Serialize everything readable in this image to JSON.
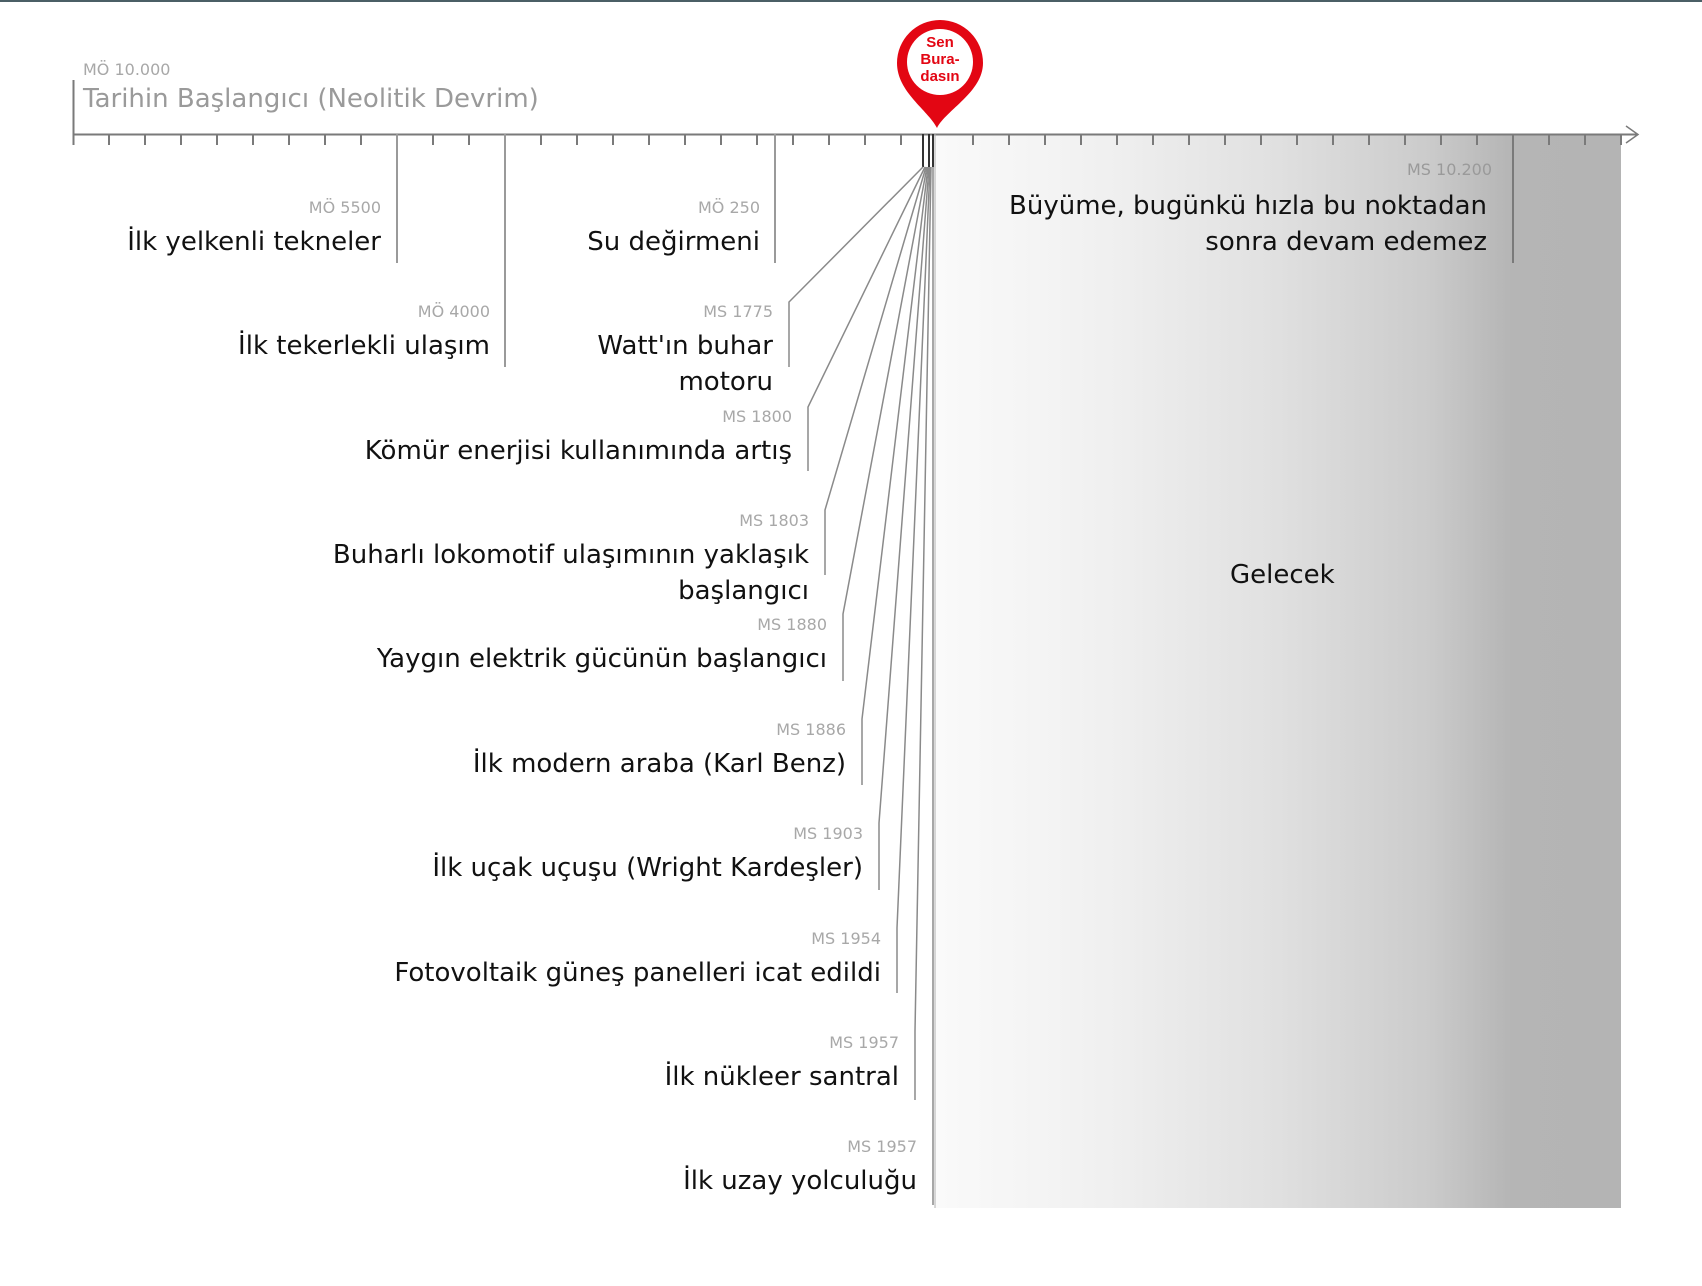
{
  "start": {
    "date": "MÖ 10.000",
    "label": "Tarihin Başlangıcı (Neolitik Devrim)"
  },
  "marker": {
    "line1": "Sen",
    "line2": "Bura-",
    "line3": "dasın",
    "color": "#e30613"
  },
  "future": {
    "label": "Gelecek",
    "limit_date": "MS 10.200",
    "limit_label_line1": "Büyüme, bugünkü hızla bu noktadan",
    "limit_label_line2": "sonra devam edemez"
  },
  "events": [
    {
      "date": "MÖ 5500",
      "label": "İlk yelkenli tekneler"
    },
    {
      "date": "MÖ 4000",
      "label": "İlk tekerlekli ulaşım"
    },
    {
      "date": "MÖ 250",
      "label": "Su değirmeni"
    },
    {
      "date": "MS 1775",
      "label_line1": "Watt'ın buhar",
      "label_line2": "motoru"
    },
    {
      "date": "MS 1800",
      "label": "Kömür enerjisi kullanımında artış"
    },
    {
      "date": "MS 1803",
      "label_line1": "Buharlı lokomotif ulaşımının yaklaşık",
      "label_line2": "başlangıcı"
    },
    {
      "date": "MS 1880",
      "label": "Yaygın elektrik gücünün başlangıcı"
    },
    {
      "date": "MS 1886",
      "label": "İlk modern araba (Karl Benz)"
    },
    {
      "date": "MS 1903",
      "label": "İlk uçak uçuşu (Wright Kardeşler)"
    },
    {
      "date": "MS 1954",
      "label": "Fotovoltaik güneş panelleri icat edildi"
    },
    {
      "date": "MS 1957",
      "label": "İlk nükleer santral"
    },
    {
      "date": "MS 1957",
      "label": "İlk uzay yolculuğu"
    }
  ],
  "colors": {
    "axis": "#7a7a7a",
    "event_line": "#9a9a9a",
    "date_text": "#a8a8a8",
    "future_gradient_start": "#fafafa",
    "future_gradient_end": "#b4b4b4"
  }
}
